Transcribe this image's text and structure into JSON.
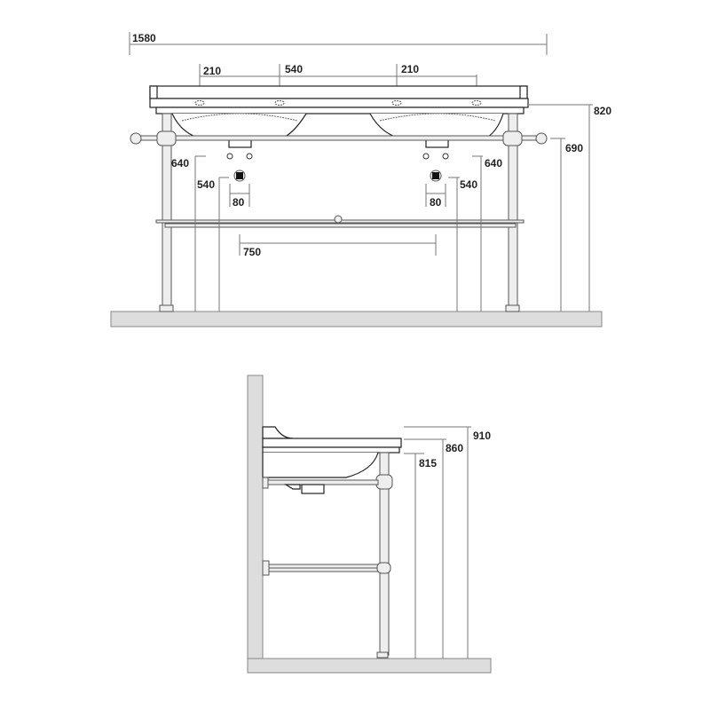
{
  "front_view": {
    "dimensions": {
      "overall_width": "1580",
      "tap_spacing_left": "210",
      "basin_spacing": "540",
      "tap_spacing_right": "210",
      "total_height": "820",
      "towel_rail_height": "690",
      "left_supply_height": "640",
      "left_waste_height": "540",
      "left_supply_spacing": "80",
      "right_supply_height": "640",
      "right_waste_height": "540",
      "right_supply_spacing": "80",
      "shelf_width": "750"
    }
  },
  "side_view": {
    "dimensions": {
      "top_height": "910",
      "rim_height": "860",
      "underside_height": "815"
    }
  },
  "colors": {
    "floor": "#dddddd",
    "outline": "#222222",
    "dimension_line": "#777777"
  }
}
